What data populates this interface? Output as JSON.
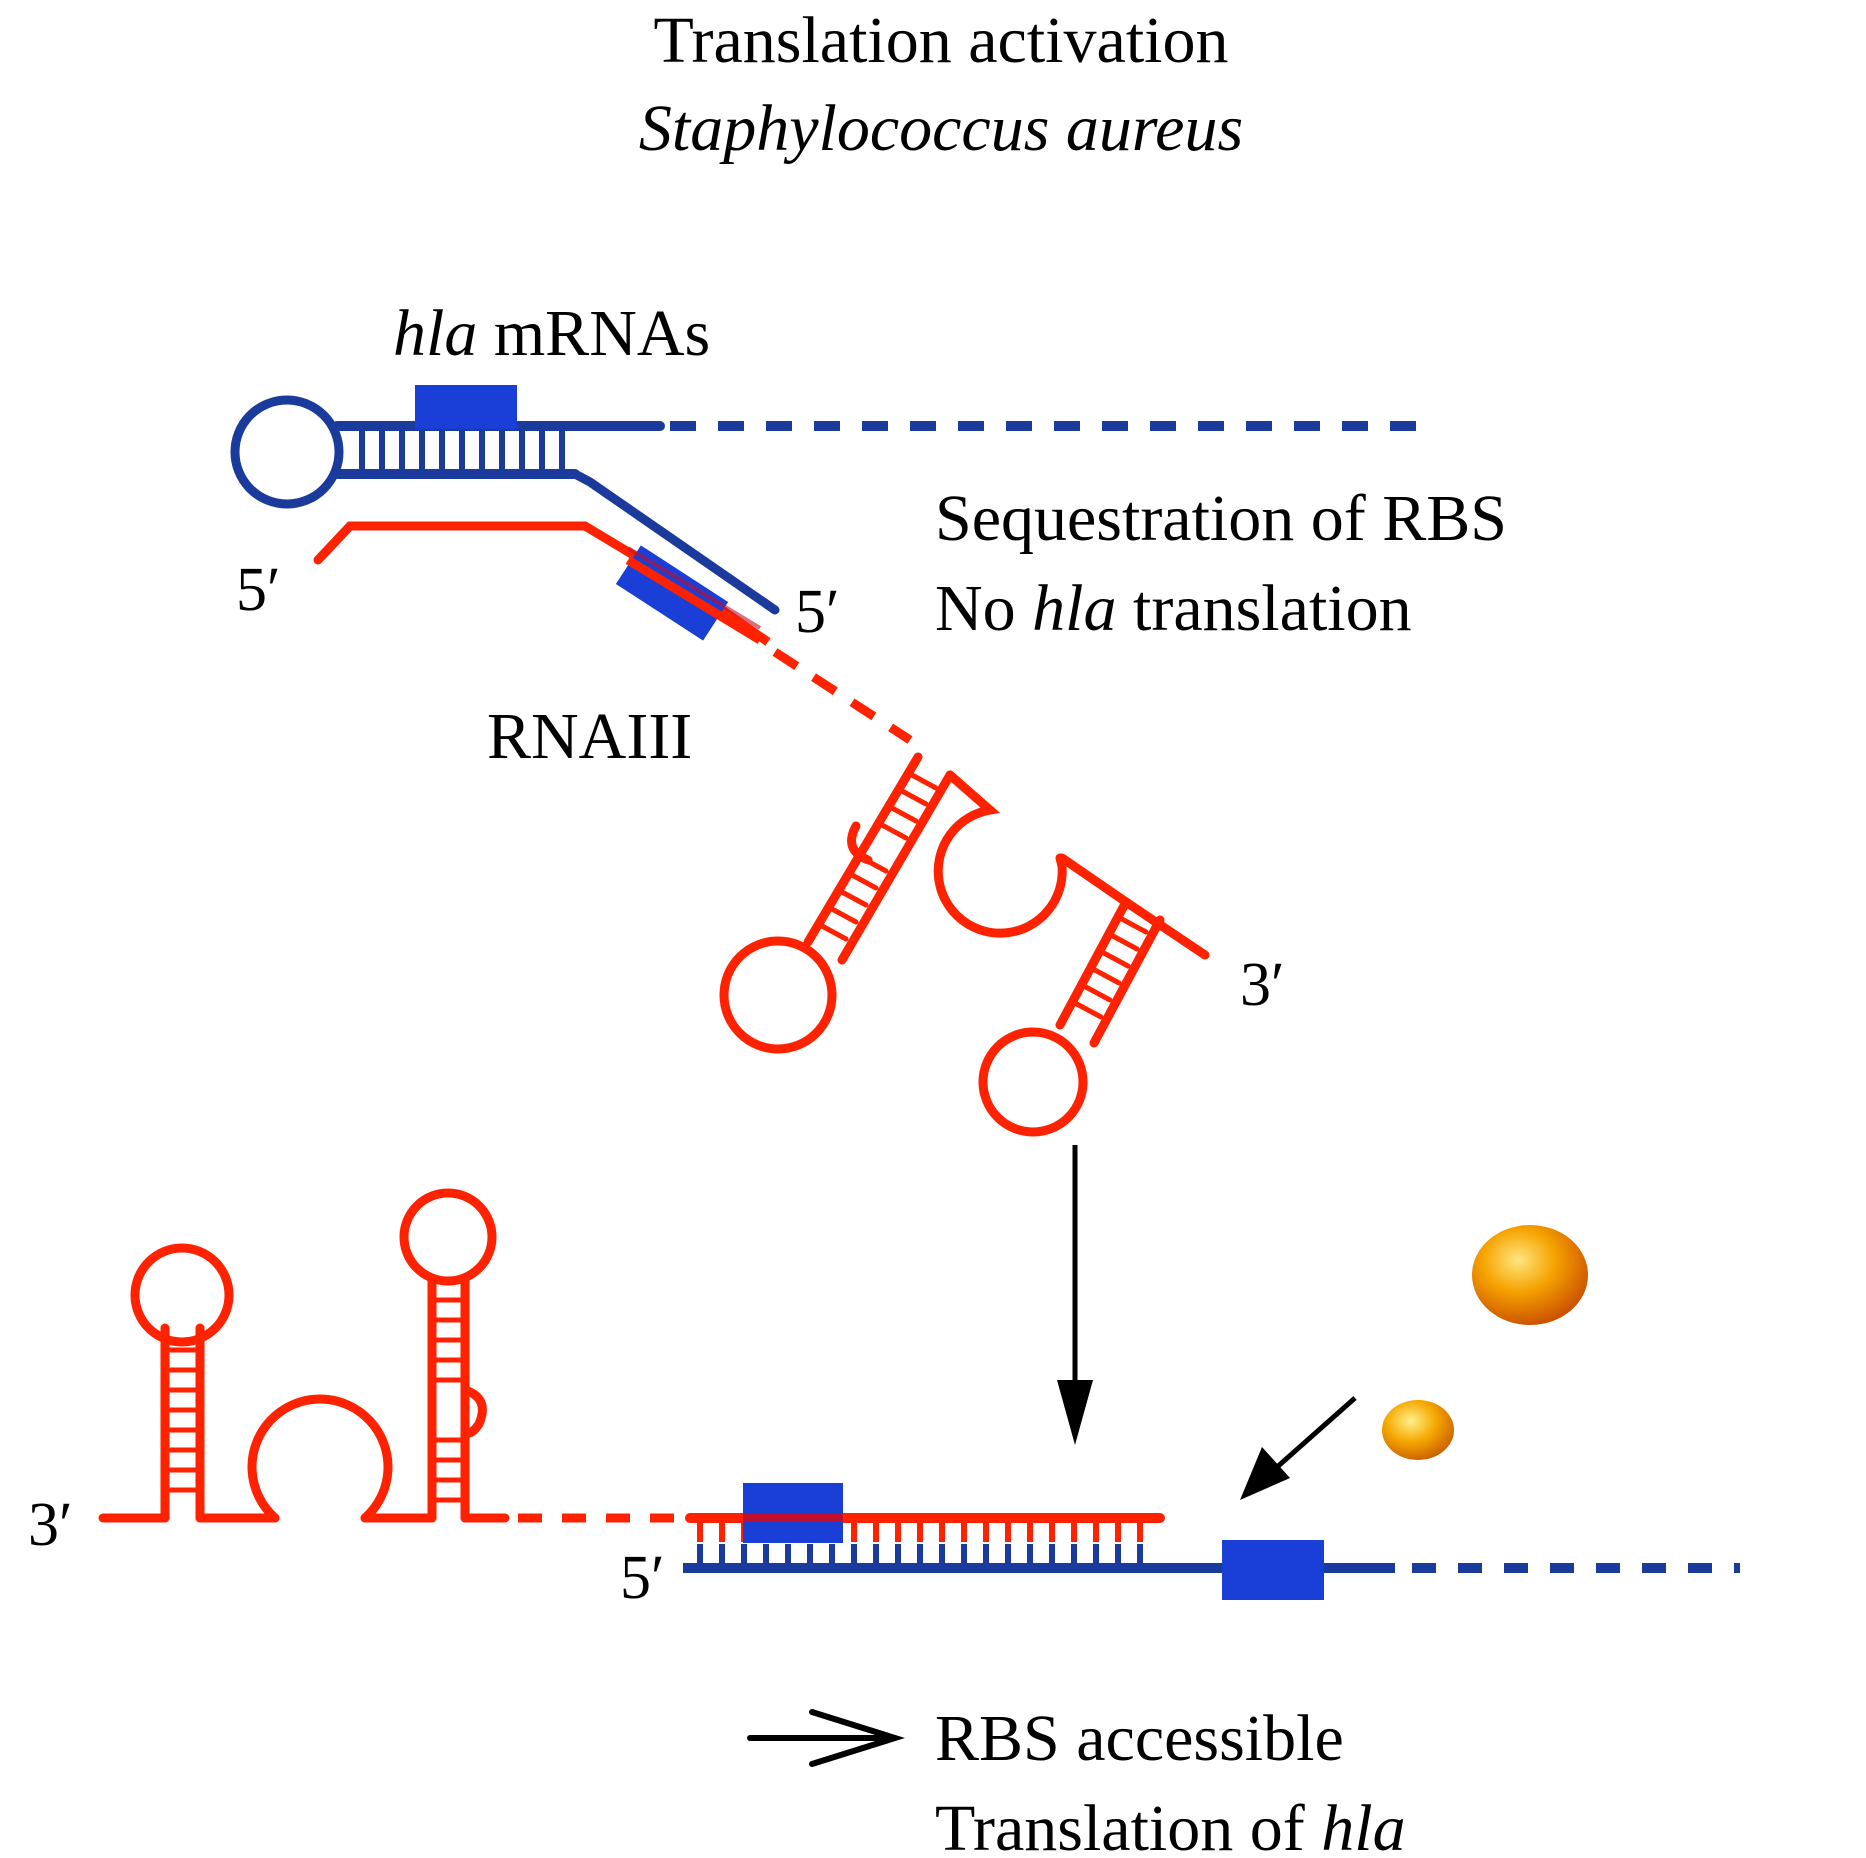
{
  "title": "Translation activation",
  "organism": "Staphylococcus aureus",
  "colors": {
    "mrna": "#1a3a9c",
    "rbs_box": "#1a3fd6",
    "rnaiii": "#ff2200",
    "ribosome": "#f0a000",
    "text": "#000000"
  },
  "top_state": {
    "mrna_label_gene": "hla",
    "mrna_label_rest": " mRNAs",
    "rna_label": "RNAIII",
    "mrna_5prime": "5′",
    "rna_5prime": "5′",
    "rna_3prime": "3′",
    "outcome_line1": "Sequestration of RBS",
    "outcome_line2_prefix": "No ",
    "outcome_line2_gene": "hla",
    "outcome_line2_suffix": " translation"
  },
  "bottom_state": {
    "rna_3prime": "3′",
    "mrna_5prime": "5′",
    "outcome_line1": "RBS accessible",
    "outcome_line2_prefix": "Translation of ",
    "outcome_line2_gene": "hla"
  },
  "icons": {
    "transition_arrow": "arrow-down-icon",
    "ribosome_arrow": "arrow-diagonal-icon",
    "result_arrow": "implies-arrow-icon",
    "ribosome_large": "ribosome-large-subunit-icon",
    "ribosome_small": "ribosome-small-subunit-icon"
  }
}
